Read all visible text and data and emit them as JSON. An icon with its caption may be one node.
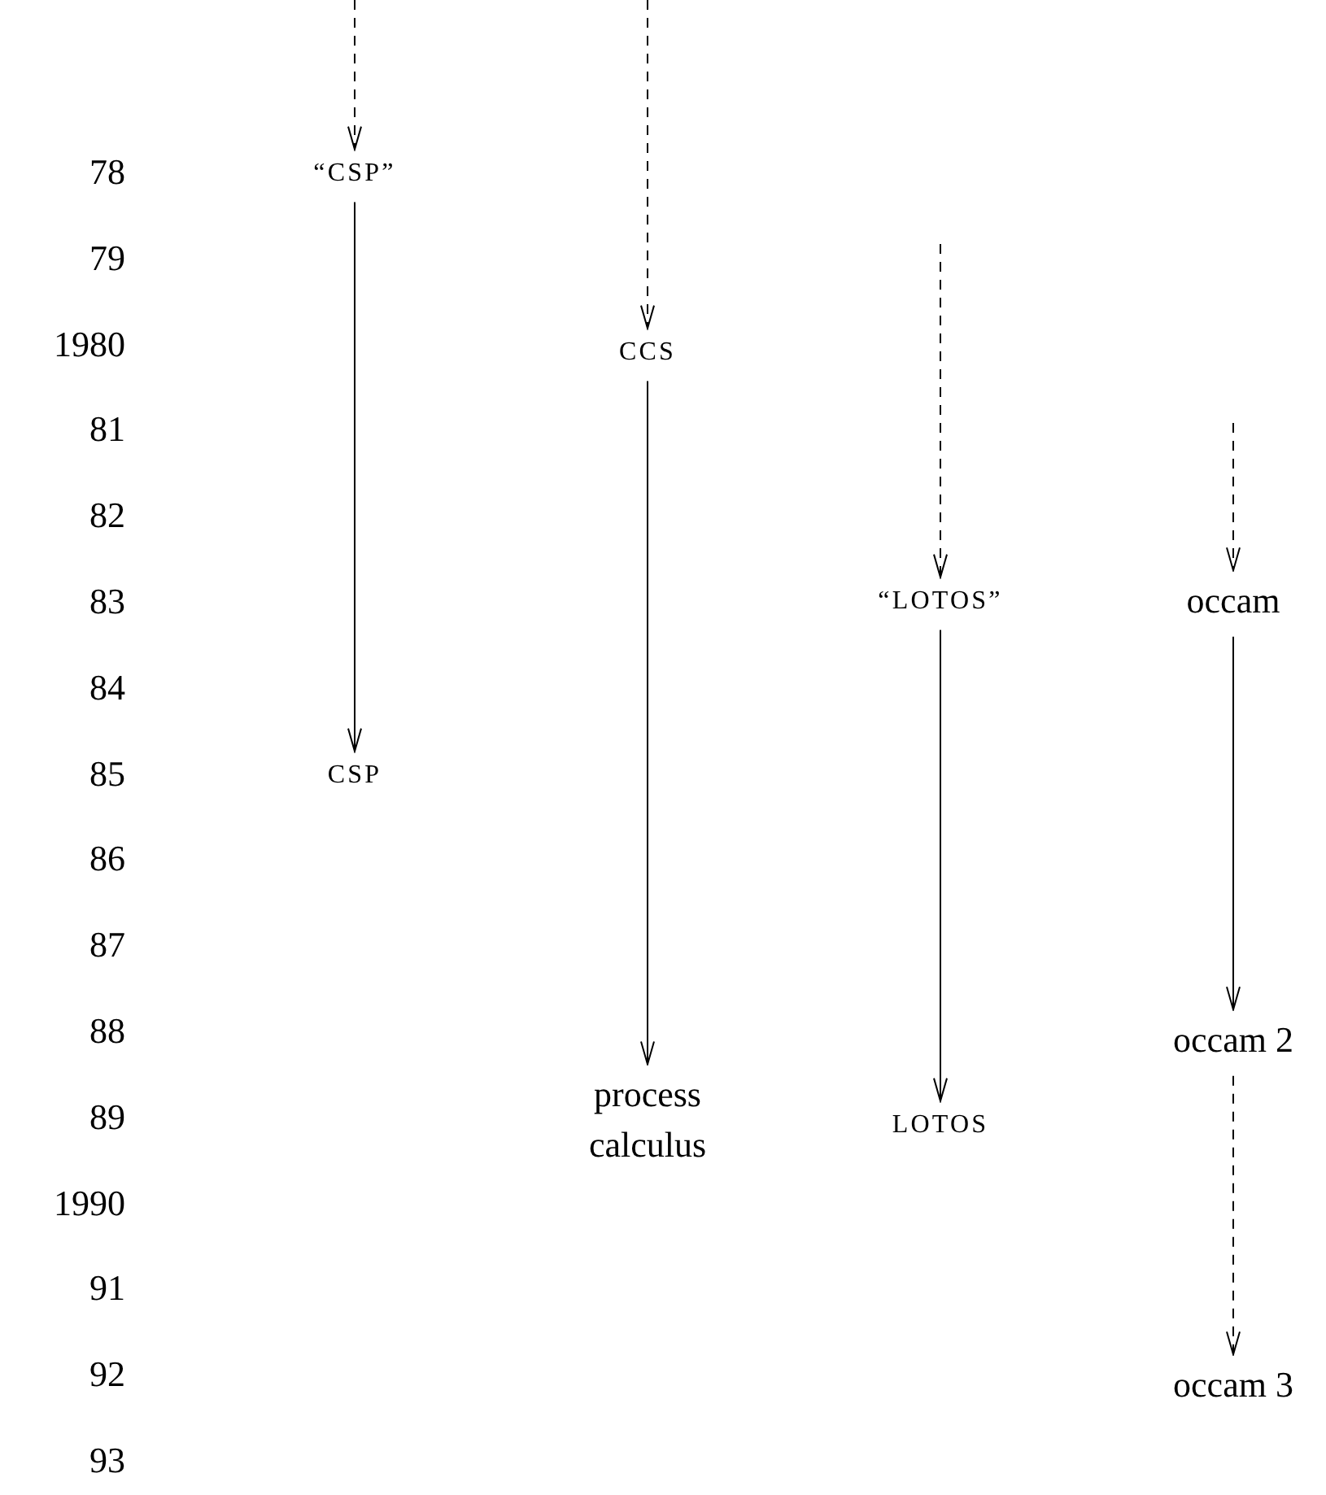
{
  "diagram": {
    "nodes": [
      {
        "text": [
          "“CSP”"
        ]
      },
      {
        "text": [
          "CSP"
        ]
      },
      {
        "text": [
          "CCS"
        ]
      },
      {
        "text": [
          "process calculus"
        ]
      },
      {
        "text": [
          "“LOTOS”"
        ]
      },
      {
        "text": [
          "LOTOS"
        ]
      },
      {
        "text": [
          "occam"
        ]
      },
      {
        "text": [
          "occam 2"
        ]
      },
      {
        "text": [
          "occam 3"
        ]
      }
    ],
    "edges": [
      {
        "from": null,
        "to": 0,
        "arrow": "to",
        "style": "dashed"
      },
      {
        "from": 0,
        "to": 1,
        "arrow": "to"
      },
      {
        "from": null,
        "to": 2,
        "arrow": "to",
        "style": "dashed"
      },
      {
        "from": 2,
        "to": 3,
        "arrow": "to"
      },
      {
        "from": null,
        "to": 4,
        "arrow": "to",
        "style": "dashed"
      },
      {
        "from": 4,
        "to": 5,
        "arrow": "to"
      },
      {
        "from": null,
        "to": 6,
        "arrow": "to",
        "style": "dashed"
      },
      {
        "from": 6,
        "to": 7,
        "arrow": "to"
      },
      {
        "from": 7,
        "to": 8,
        "arrow": "to",
        "style": "dashed"
      }
    ],
    "labels": [
      "78",
      "79",
      "1980",
      "81",
      "82",
      "83",
      "84",
      "85",
      "86",
      "87",
      "88",
      "89",
      "1990",
      "91",
      "92",
      "93"
    ]
  }
}
